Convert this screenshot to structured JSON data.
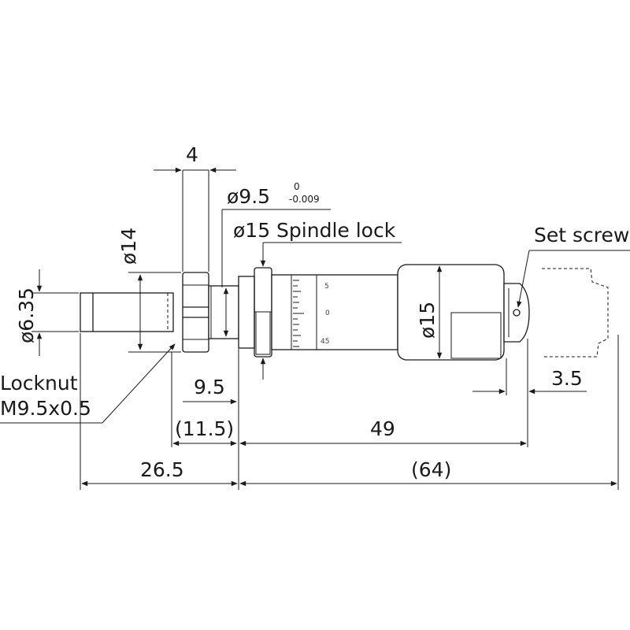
{
  "dimensions": {
    "width_4": "4",
    "bore_dia": "ø9.5",
    "bore_tol_upper": "0",
    "bore_tol_lower": "-0.009",
    "spindle_lock": "ø15 Spindle lock",
    "set_screw": "Set screw",
    "dia_14": "ø14",
    "dia_635": "ø6.35",
    "dia_15": "ø15",
    "locknut_line1": "Locknut",
    "locknut_line2": "M9.5x0.5",
    "len_95": "9.5",
    "len_115": "(11.5)",
    "len_49": "49",
    "len_265": "26.5",
    "len_64": "(64)",
    "len_35": "3.5"
  },
  "thimble_scale": {
    "top": "5",
    "mid": "0",
    "bottom": "45"
  },
  "colors": {
    "ink": "#1a1a1a",
    "background": "#ffffff"
  }
}
